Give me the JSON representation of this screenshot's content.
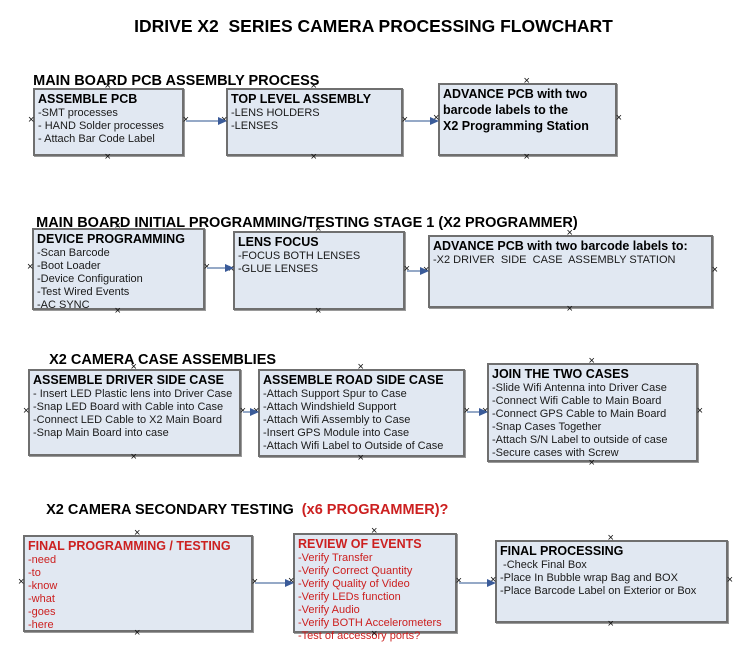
{
  "title": "IDRIVE X2  SERIES CAMERA PROCESSING FLOWCHART",
  "colors": {
    "box_fill": "#e1e8f2",
    "box_border": "#6f6f6f",
    "arrow_line": "#95a9c7",
    "arrow_head": "#3a5b99",
    "red": "#cc2020"
  },
  "sections": [
    {
      "heading": "MAIN BOARD PCB ASSEMBLY PROCESS",
      "heading_suffix": ""
    },
    {
      "heading": "MAIN BOARD INITIAL PROGRAMMING/TESTING STAGE 1 (X2 PROGRAMMER)",
      "heading_suffix": ""
    },
    {
      "heading": "X2 CAMERA CASE ASSEMBLIES",
      "heading_suffix": ""
    },
    {
      "heading": "X2 CAMERA SECONDARY TESTING  ",
      "heading_suffix": "(x6 PROGRAMMER)?"
    }
  ],
  "boxes": [
    {
      "title": "ASSEMBLE PCB",
      "items": [
        "-SMT processes",
        "- HAND Solder processes",
        "- Attach Bar Code Label"
      ]
    },
    {
      "title": "TOP LEVEL ASSEMBLY",
      "items": [
        "-LENS HOLDERS",
        "-LENSES"
      ]
    },
    {
      "title": "ADVANCE PCB with two\nbarcode labels to the\n X2 Programming Station",
      "items": []
    },
    {
      "title": "DEVICE PROGRAMMING",
      "items": [
        "-Scan Barcode",
        "-Boot Loader",
        "-Device Configuration",
        "-Test Wired Events",
        "-AC SYNC"
      ]
    },
    {
      "title": "LENS FOCUS",
      "items": [
        "-FOCUS BOTH LENSES",
        "-GLUE LENSES"
      ]
    },
    {
      "title": "ADVANCE PCB with two barcode labels to:",
      "items": [
        "-X2 DRIVER  SIDE  CASE  ASSEMBLY STATION"
      ]
    },
    {
      "title": "ASSEMBLE DRIVER SIDE CASE",
      "items": [
        "- Insert LED Plastic lens into Driver Case",
        "-Snap LED Board with Cable into Case",
        "-Connect LED Cable to X2 Main Board",
        "-Snap Main Board into case"
      ]
    },
    {
      "title": "ASSEMBLE ROAD SIDE CASE",
      "items": [
        "-Attach Support Spur to Case",
        "-Attach Windshield Support",
        "-Attach Wifi Assembly to Case",
        "-Insert GPS Module into Case",
        "-Attach Wifi Label to Outside of Case"
      ]
    },
    {
      "title": "JOIN THE TWO CASES",
      "items": [
        "-Slide Wifi Antenna into Driver Case",
        "-Connect Wifi Cable to Main Board",
        "-Connect GPS Cable to Main Board",
        "-Snap Cases Together",
        "-Attach S/N Label to outside of case",
        "-Secure cases with Screw"
      ]
    },
    {
      "title": "FINAL PROGRAMMING / TESTING",
      "items": [
        "-need",
        "-to",
        "-know",
        "-what",
        "-goes",
        "-here"
      ]
    },
    {
      "title": "REVIEW OF EVENTS",
      "items": [
        "-Verify Transfer",
        "-Verify Correct Quantity",
        "-Verify Quality of Video",
        "-Verify LEDs function",
        "-Verify Audio",
        "-Verify BOTH Accelerometers",
        "-Test of accessory ports?"
      ]
    },
    {
      "title": "FINAL PROCESSING",
      "items": [
        " -Check Final Box",
        "-Place In Bubble wrap Bag and BOX",
        "-Place Barcode Label on Exterior or Box"
      ]
    }
  ]
}
